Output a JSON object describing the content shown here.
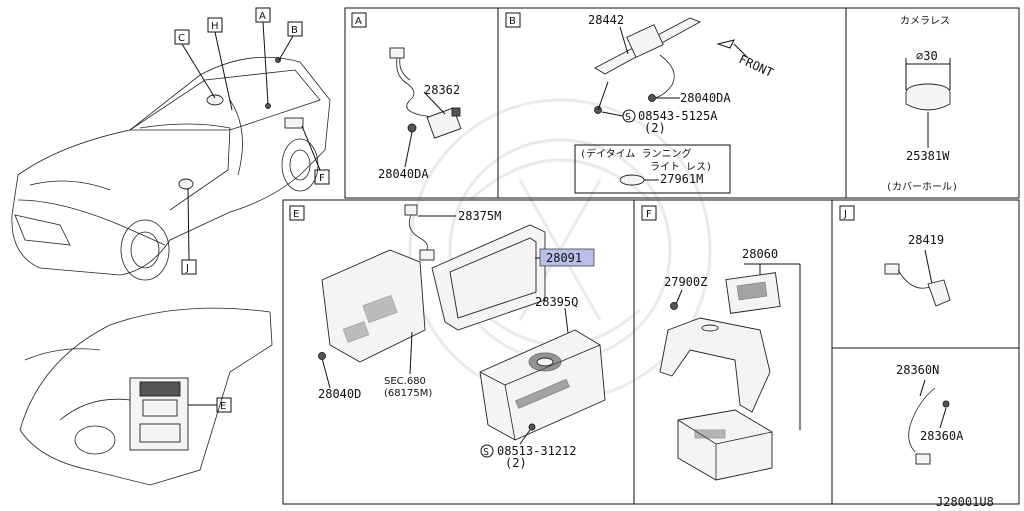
{
  "diagram_code": "J28001U8",
  "overview": {
    "callouts": [
      "A",
      "B",
      "C",
      "H",
      "F",
      "J",
      "E"
    ]
  },
  "panel_a": {
    "letter": "A",
    "parts": [
      "28362",
      "28040DA"
    ]
  },
  "panel_b": {
    "letter": "B",
    "parts": [
      "28442",
      "28040DA"
    ],
    "bolt_prefix": "S",
    "bolt": "08543-5125A",
    "bolt_qty": "(2)",
    "front_label": "FRONT",
    "note_line1": "(デイタイム ランニング",
    "note_line2": "ライト レス)",
    "note_part": "27961M"
  },
  "panel_cam": {
    "title": "カメラレス",
    "dimension": "⌀30",
    "part": "25381W",
    "caption": "(カバーホール)"
  },
  "panel_e": {
    "letter": "E",
    "parts": {
      "harness": "28375M",
      "display": "28091",
      "unit": "28395Q",
      "bolt_small": "28040D"
    },
    "sec_line1": "SEC.680",
    "sec_line2": "(68175M)",
    "bolt_prefix": "S",
    "bolt": "08513-31212",
    "bolt_qty": "(2)"
  },
  "panel_f": {
    "letter": "F",
    "parts": [
      "28060",
      "27900Z"
    ]
  },
  "panel_j": {
    "letter": "J",
    "part": "28419"
  },
  "panel_n": {
    "parts": [
      "28360N",
      "28360A"
    ]
  },
  "highlight_color": "#b9bfe6"
}
